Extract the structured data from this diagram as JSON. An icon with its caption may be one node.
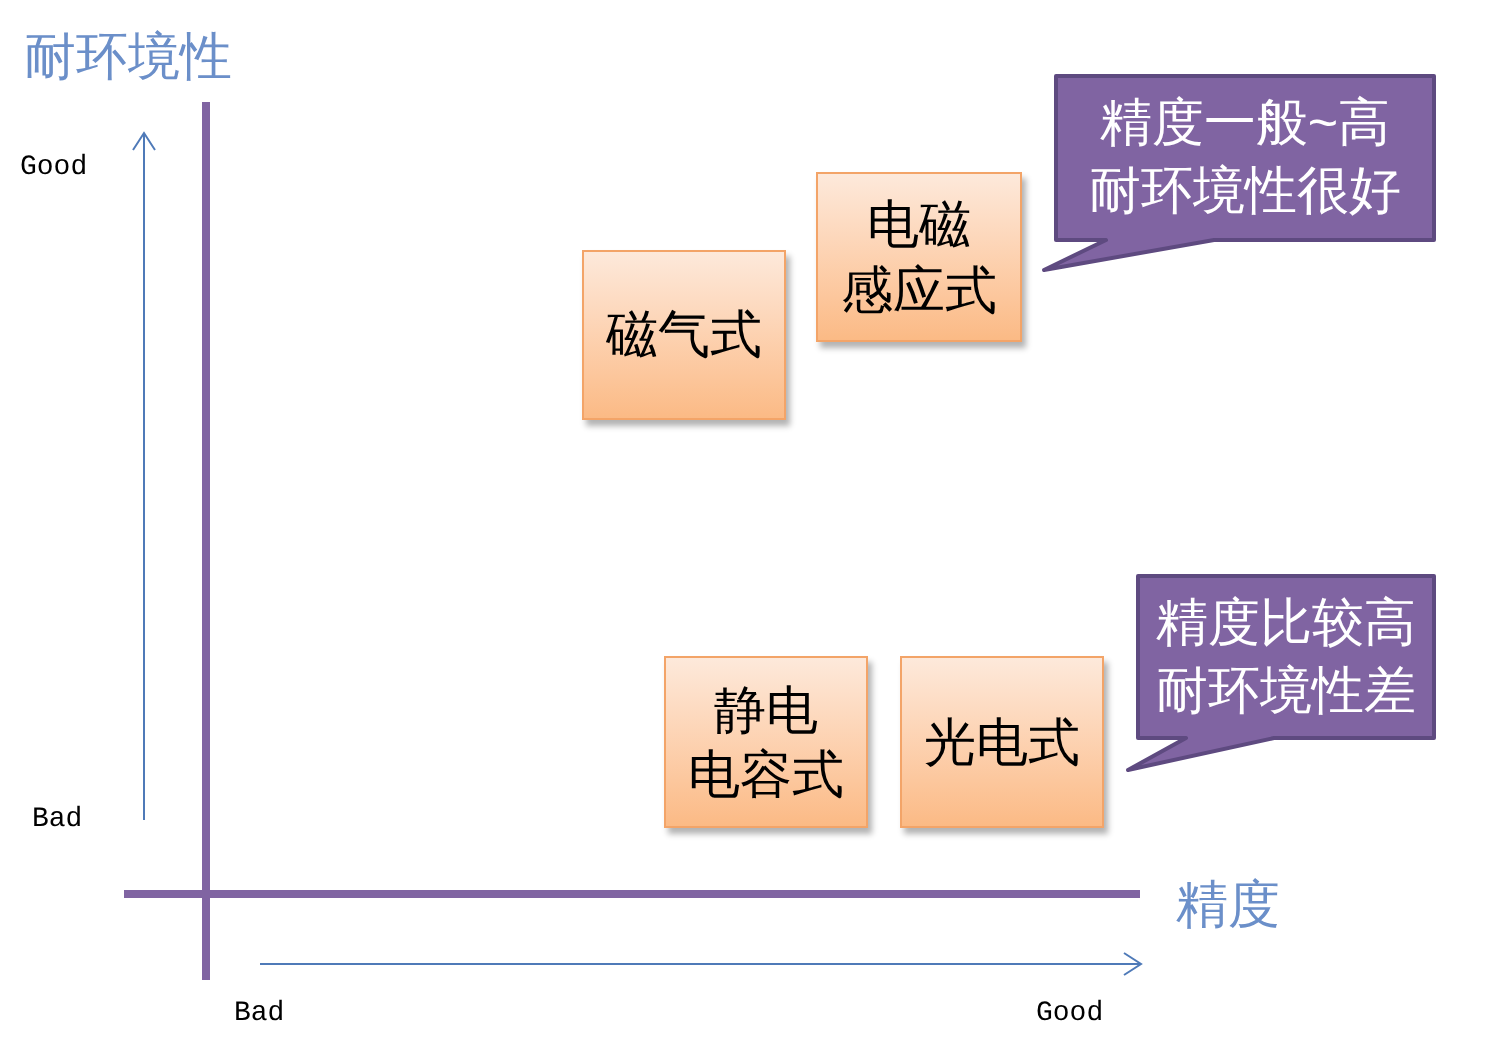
{
  "diagram": {
    "nodes": [
      {
        "text": [
          "磁气式"
        ]
      },
      {
        "text": [
          "电磁感应式"
        ]
      },
      {
        "text": [
          "精度一般~高",
          "耐环境性很好"
        ]
      },
      {
        "text": [
          "静电电容式"
        ]
      },
      {
        "text": [
          "光电式"
        ]
      },
      {
        "text": [
          "精度比较高",
          "耐环境性差"
        ]
      }
    ],
    "labels": [
      "耐环境性",
      "Good",
      "Bad",
      "精度",
      "Bad",
      "Good"
    ]
  }
}
